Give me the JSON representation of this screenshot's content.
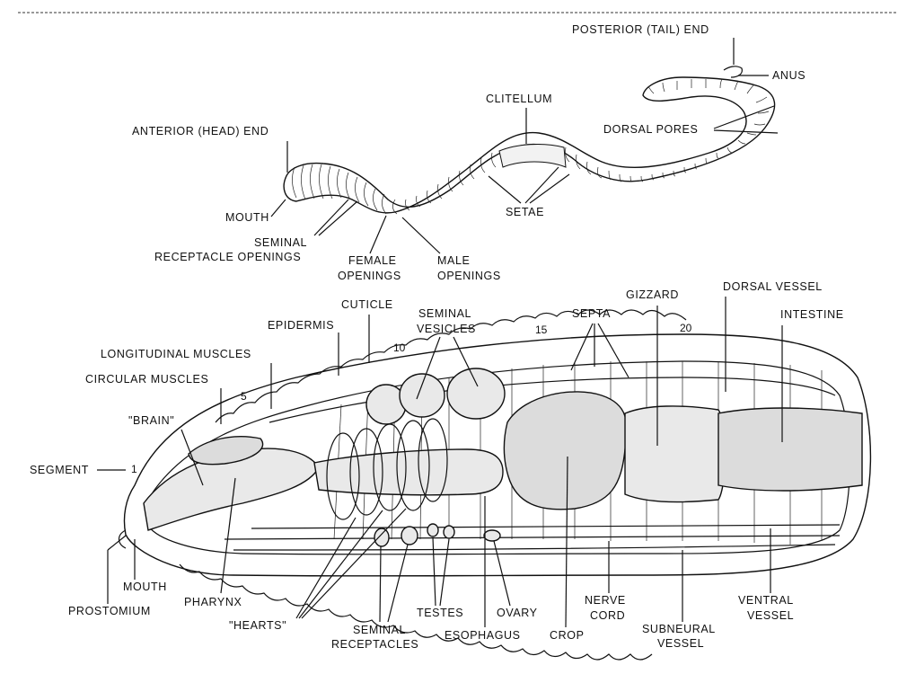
{
  "labels": {
    "posterior": "POSTERIOR (TAIL) END",
    "anus": "ANUS",
    "clitellum": "CLITELLUM",
    "dorsal_pores": "DORSAL PORES",
    "anterior": "ANTERIOR (HEAD) END",
    "mouth_top": "MOUTH",
    "setae": "SETAE",
    "seminal_line1": "SEMINAL",
    "seminal_line2": "RECEPTACLE OPENINGS",
    "female_line1": "FEMALE",
    "female_line2": "OPENINGS",
    "male_line1": "MALE",
    "male_line2": "OPENINGS",
    "cuticle": "CUTICLE",
    "epidermis": "EPIDERMIS",
    "longitudinal": "LONGITUDINAL MUSCLES",
    "circular": "CIRCULAR MUSCLES",
    "brain": "\"BRAIN\"",
    "segment": "SEGMENT",
    "sem_ves1": "SEMINAL",
    "sem_ves2": "VESICLES",
    "septa": "SEPTA",
    "gizzard": "GIZZARD",
    "dorsal_vessel": "DORSAL VESSEL",
    "intestine": "INTESTINE",
    "mouth_bottom": "MOUTH",
    "prostomium": "PROSTOMIUM",
    "pharynx": "PHARYNX",
    "hearts": "\"HEARTS\"",
    "sem_rec1": "SEMINAL",
    "sem_rec2": "RECEPTACLES",
    "testes": "TESTES",
    "esophagus": "ESOPHAGUS",
    "ovary": "OVARY",
    "crop": "CROP",
    "nerve1": "NERVE",
    "nerve2": "CORD",
    "subneural1": "SUBNEURAL",
    "subneural2": "VESSEL",
    "ventral1": "VENTRAL",
    "ventral2": "VESSEL"
  },
  "segment_numbers": {
    "n1": "1",
    "n5": "5",
    "n10": "10",
    "n15": "15",
    "n20": "20"
  }
}
